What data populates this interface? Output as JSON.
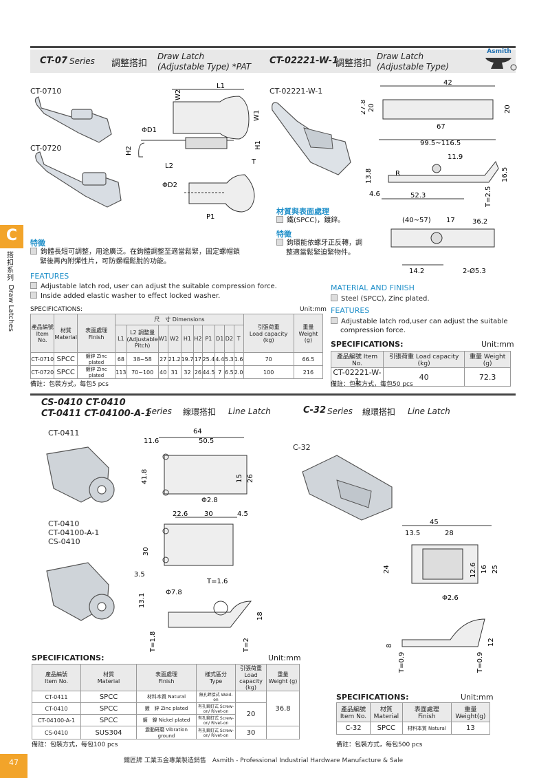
{
  "header_top": {
    "ct07_code": "CT-07",
    "ct07_series": "Series",
    "ct07_cn": "調整搭扣",
    "ct07_en1": "Draw Latch",
    "ct07_en2": "(Adjustable Type) *PAT",
    "ct02221_code": "CT-02221-W-1",
    "ct02221_cn": "調整搭扣",
    "ct02221_en1": "Draw Latch",
    "ct02221_en2": "(Adjustable Type)",
    "brand": "Asmith"
  },
  "ct07": {
    "label_0710": "CT-0710",
    "label_0720": "CT-0720",
    "dims": {
      "L1": "L1",
      "W2": "W2",
      "W1": "W1",
      "D1": "ΦD1",
      "D2": "ΦD2",
      "H2": "H2",
      "H1": "H1",
      "L2": "L2",
      "T": "T",
      "P1": "P1"
    },
    "feat_cn_title": "特徵",
    "feat_cn_1": "鉤體長短可調整，用途廣泛。在鉤體調整至適當鬆緊，固定螺帽鎖",
    "feat_cn_2": "緊後再內附彈性片，可防螺帽鬆脫的功能。",
    "feat_en_title": "FEATURES",
    "feat_en_1": "Adjustable latch rod, user can adjust the suitable compression force.",
    "feat_en_2": "Inside added elastic washer to effect locked washer.",
    "spec_title": "SPECIFICATIONS:",
    "unit": "Unit:mm",
    "th_item_cn": "產品編號",
    "th_item_en": "Item No.",
    "th_mat_cn": "材質",
    "th_mat_en": "Material",
    "th_fin_cn": "表面處理",
    "th_fin_en": "Finish",
    "th_dims": "尺　寸",
    "th_dims_en": "Dimensions",
    "th_load_cn": "引張荷重",
    "th_load_en": "Load capacity (kg)",
    "th_wt_cn": "重量",
    "th_wt_en": "Weight (g)",
    "th_L1": "L1",
    "th_L2": "L2 調整量 (Adjustable Pitch)",
    "th_W1": "W1",
    "th_W2": "W2",
    "th_H1": "H1",
    "th_H2": "H2",
    "th_P1": "P1",
    "th_D1": "D1",
    "th_D2": "D2",
    "th_T": "T",
    "rows": [
      {
        "item": "CT-0710",
        "mat": "SPCC",
        "fin": "鍍鋅 Zinc plated",
        "L1": "68",
        "L2": "38~58",
        "W1": "27",
        "W2": "21.2",
        "H1": "19.7",
        "H2": "17",
        "P1": "25.4",
        "D1": "4.4",
        "D2": "5.3",
        "T": "1.6",
        "load": "70",
        "wt": "66.5"
      },
      {
        "item": "CT-0720",
        "mat": "SPCC",
        "fin": "鍍鋅 Zinc plated",
        "L1": "113",
        "L2": "70~100",
        "W1": "40",
        "W2": "31",
        "H1": "32",
        "H2": "26",
        "P1": "44.5",
        "D1": "7",
        "D2": "6.5",
        "T": "2.0",
        "load": "100",
        "wt": "216"
      }
    ],
    "note": "備註：包裝方式，每包5 pcs"
  },
  "ct02221": {
    "label": "CT-02221-W-1",
    "dims": {
      "d42": "42",
      "d27_8": "27.8",
      "d20a": "20",
      "d20b": "20",
      "d67": "67",
      "d99": "99.5~116.5",
      "d11_9": "11.9",
      "d13_8": "13.8",
      "d16_5": "16.5",
      "d4_6": "4.6",
      "d52_3": "52.3",
      "dT25": "T=2.5",
      "d40_57": "(40~57)",
      "d17": "17",
      "d36_2": "36.2",
      "d14_2": "14.2",
      "d2_5_3": "2-Ø5.3",
      "dR": "R"
    },
    "mat_cn_title": "材質與表面處理",
    "mat_cn": "鐵(SPCC)，鍍鋅。",
    "feat_cn_title": "特徵",
    "feat_cn_1": "鉤環能依螺牙正反轉，調",
    "feat_cn_2": "整適當鬆緊迫緊物件。",
    "mat_en_title": "MATERIAL AND FINISH",
    "mat_en": "Steel (SPCC), Zinc plated.",
    "feat_en_title": "FEATURES",
    "feat_en_1": "Adjustable latch rod,user can adjust the suitable",
    "feat_en_2": "compression force.",
    "spec_title": "SPECIFICATIONS:",
    "unit": "Unit:mm",
    "th_item_cn": "產品編號",
    "th_item_en": "Item No.",
    "th_load": "引張荷重 Load capacity (kg)",
    "th_wt": "重量 Weight (g)",
    "row": {
      "item": "CT-02221-W-1",
      "load": "40",
      "wt": "72.3"
    },
    "note": "備註：包裝方式，每包50 pcs"
  },
  "header_mid": {
    "l1a": "CS-0410",
    "l1b": "CT-0410",
    "l2a": "CT-0411",
    "l2b": "CT-04100-A-1",
    "series": "Series",
    "cn": "線環搭扣",
    "en": "Line Latch",
    "c32_code": "C-32",
    "c32_series": "Series",
    "c32_cn": "線環搭扣",
    "c32_en": "Line Latch"
  },
  "ct04": {
    "label_0411": "CT-0411",
    "label_group_1": "CT-0410",
    "label_group_2": "CT-04100-A-1",
    "label_group_3": "CS-0410",
    "dims": {
      "d64": "64",
      "d11_6": "11.6",
      "d50_5": "50.5",
      "d41_8": "41.8",
      "d15": "15",
      "d26": "26",
      "d2_8": "Φ2.8",
      "d22_6": "22.6",
      "d30a": "30",
      "d4_5": "4.5",
      "d30b": "30",
      "d4_3_5": "4-Φ3.5",
      "dT1_6": "T=1.6",
      "d7_8": "Φ7.8",
      "d13_1": "13.1",
      "d18": "18",
      "dT1_8": "T=1.8",
      "dT2": "T=2"
    },
    "spec_title": "SPECIFICATIONS:",
    "unit": "Unit:mm",
    "th_item_cn": "產品編號",
    "th_item_en": "Item No.",
    "th_mat_cn": "材質",
    "th_mat_en": "Material",
    "th_fin_cn": "表面處理",
    "th_fin_en": "Finish",
    "th_type_cn": "樣式區分",
    "th_type_en": "Type",
    "th_load_cn": "引張荷重",
    "th_load_en": "Load capacity (kg)",
    "th_wt_cn": "重量",
    "th_wt_en": "Weight (g)",
    "rows": [
      {
        "item": "CT-0411",
        "mat": "SPCC",
        "fin": "材料本質 Natural",
        "type": "無孔銲接式 Weld-on"
      },
      {
        "item": "CT-0410",
        "mat": "SPCC",
        "fin": "鍍　鋅 Zinc plated",
        "type": "有孔鉚釘式 Screw-on/ Rivet-on"
      },
      {
        "item": "CT-04100-A-1",
        "mat": "SPCC",
        "fin": "鍍　鎳 Nickel plated",
        "type": "有孔鉚釘式 Screw-on/ Rivet-on"
      },
      {
        "item": "CS-0410",
        "mat": "SUS304",
        "fin": "震動研磨 Vibration ground",
        "type": "有孔鉚釘式 Screw-on/ Rivet-on"
      }
    ],
    "load_a": "20",
    "load_b": "30",
    "wt": "36.8",
    "note": "備註：包裝方式，每包100 pcs"
  },
  "c32": {
    "label": "C-32",
    "dims": {
      "d45": "45",
      "d13_5": "13.5",
      "d28": "28",
      "d24": "24",
      "d12_6": "12.6",
      "d16": "16",
      "d25": "25",
      "d2_6": "Φ2.6",
      "d8": "8",
      "d12": "12",
      "dT0_9a": "T=0.9",
      "dT0_9b": "T=0.9"
    },
    "spec_title": "SPECIFICATIONS:",
    "unit": "Unit:mm",
    "th_item_cn": "產品編號",
    "th_item_en": "Item No.",
    "th_mat_cn": "材質",
    "th_mat_en": "Material",
    "th_fin_cn": "表面處理",
    "th_fin_en": "Finish",
    "th_wt_cn": "重量",
    "th_wt_en": "Weight(g)",
    "row": {
      "item": "C-32",
      "mat": "SPCC",
      "fin": "材料本質 Natural",
      "wt": "13"
    },
    "note": "備註：包裝方式，每包500 pcs"
  },
  "side": {
    "tab": "C",
    "cn": "搭扣系列",
    "en": "Draw Latches"
  },
  "footer": {
    "page": "47",
    "text": "鐵匠牌 工業五金專業製造銷售　Asmith - Professional Industrial Hardware Manufacture & Sale"
  },
  "colors": {
    "accent": "#f2a42a",
    "blue": "#1f8fc9",
    "header_line": "#444444"
  }
}
